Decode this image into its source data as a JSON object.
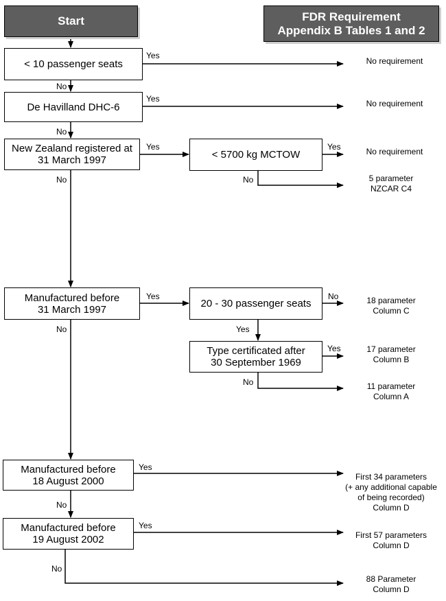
{
  "header": {
    "start": "Start",
    "title_line1": "FDR Requirement",
    "title_line2": "Appendix B Tables 1 and 2"
  },
  "decisions": {
    "d1": "< 10 passenger seats",
    "d2": "De Havilland DHC-6",
    "d3": "New Zealand registered at\n31 March 1997",
    "d3b": "< 5700 kg MCTOW",
    "d4": "Manufactured before\n31 March 1997",
    "d4b": "20 - 30 passenger seats",
    "d4c": "Type certificated after\n30 September 1969",
    "d5": "Manufactured before\n18 August 2000",
    "d6": "Manufactured before\n19 August 2002"
  },
  "labels": {
    "yes": "Yes",
    "no": "No"
  },
  "outcomes": {
    "o1": "No requirement",
    "o2": "No requirement",
    "o3": "No requirement",
    "o4": "5 parameter\nNZCAR C4",
    "o5": "18 parameter\nColumn C",
    "o6": "17 parameter\nColumn B",
    "o7": "11 parameter\nColumn A",
    "o8": "First 34 parameters\n(+ any additional capable\nof being recorded)\nColumn D",
    "o9": "First 57 parameters\nColumn D",
    "o10": "88 Parameter\nColumn D"
  }
}
